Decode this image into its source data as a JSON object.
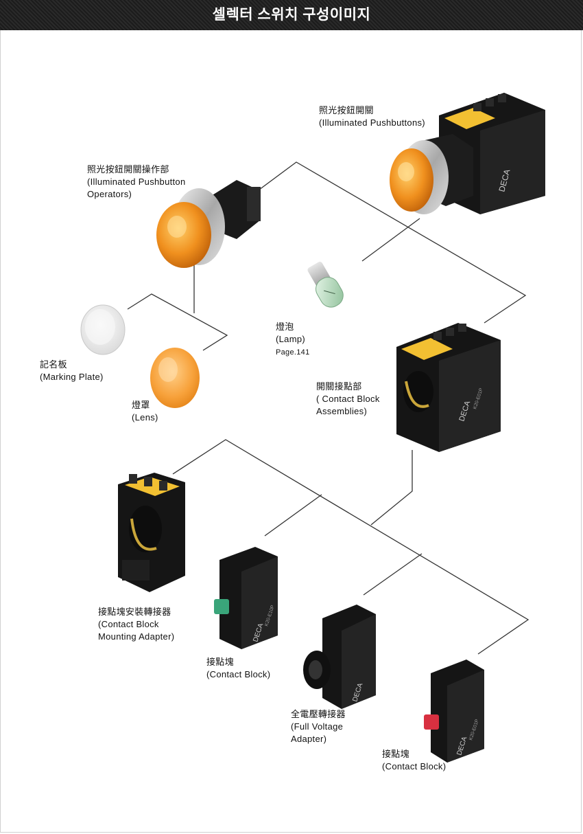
{
  "header": {
    "title": "셀렉터 스위치 구성이미지"
  },
  "parts": {
    "illuminated_pushbuttons": {
      "zh": "照光按鈕開關",
      "en": "(Illuminated Pushbuttons)"
    },
    "operators": {
      "zh": "照光按鈕開關操作部",
      "en1": "(Illuminated Pushbutton",
      "en2": "Operators)"
    },
    "lamp": {
      "zh": "燈泡",
      "en": "(Lamp)",
      "page": "Page.141"
    },
    "marking_plate": {
      "zh": "記名板",
      "en": "(Marking Plate)"
    },
    "lens": {
      "zh": "燈罩",
      "en": "(Lens)"
    },
    "contact_block_assemblies": {
      "zh": "開關接點部",
      "en1": "( Contact Block",
      "en2": "Assemblies)"
    },
    "mounting_adapter": {
      "zh": "接點塊安裝轉接器",
      "en1": "(Contact Block",
      "en2": "Mounting Adapter)"
    },
    "contact_block_1": {
      "zh": "接點塊",
      "en": "(Contact Block)"
    },
    "full_voltage_adapter": {
      "zh": "全電壓轉接器",
      "en1": "(Full Voltage",
      "en2": "Adapter)"
    },
    "contact_block_2": {
      "zh": "接點塊",
      "en": "(Contact Block)"
    }
  },
  "product_marks": {
    "brand": "DECA",
    "model_a": "K20-E10P",
    "model_b": "K20-E01P"
  },
  "colors": {
    "header_bg": "#222222",
    "amber": "#e88a1a",
    "adapter_yellow": "#f2c032",
    "housing_black": "#1a1a1a",
    "connector_line": "#333333"
  }
}
